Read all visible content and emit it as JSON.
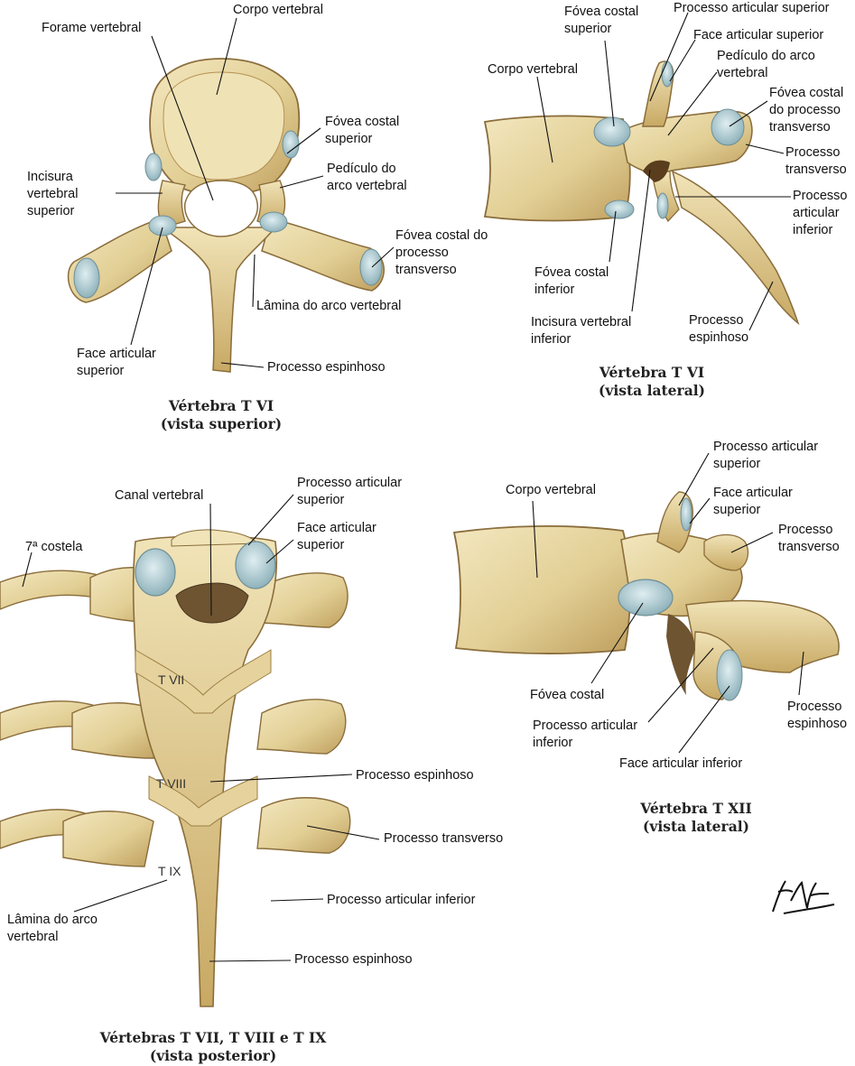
{
  "panels": {
    "superior": {
      "caption": "Vértebra T VI\n(vista superior)",
      "labels": {
        "corpo_vertebral": "Corpo vertebral",
        "forame_vertebral": "Forame vertebral",
        "fovea_costal_superior": "Fóvea costal\nsuperior",
        "pediculo": "Pedículo do\narco vertebral",
        "incisura_superior": "Incisura\nvertebral\nsuperior",
        "fovea_processo_transverso": "Fóvea costal do\nprocesso\ntransverso",
        "lamina": "Lâmina do arco vertebral",
        "face_articular_superior": "Face articular\nsuperior",
        "processo_espinhoso": "Processo espinhoso"
      }
    },
    "lateral_t6": {
      "caption": "Vértebra T VI\n(vista lateral)",
      "labels": {
        "fovea_costal_superior": "Fóvea costal\nsuperior",
        "processo_articular_superior": "Processo articular superior",
        "face_articular_superior": "Face articular superior",
        "corpo_vertebral": "Corpo vertebral",
        "pediculo": "Pedículo do arco\nvertebral",
        "fovea_processo_transverso": "Fóvea costal\ndo processo\ntransverso",
        "processo_transverso": "Processo\ntransverso",
        "processo_articular_inferior": "Processo\narticular\ninferior",
        "fovea_costal_inferior": "Fóvea costal\ninferior",
        "incisura_inferior": "Incisura vertebral\ninferior",
        "processo_espinhoso": "Processo\nespinhoso"
      }
    },
    "posterior": {
      "caption": "Vértebras T VII, T VIII e T IX\n(vista posterior)",
      "levels": [
        "T VII",
        "T VIII",
        "T IX"
      ],
      "labels": {
        "canal_vertebral": "Canal vertebral",
        "processo_articular_superior": "Processo articular\nsuperior",
        "face_articular_superior": "Face articular\nsuperior",
        "costela": "7ª costela",
        "processo_espinhoso_1": "Processo espinhoso",
        "processo_transverso": "Processo transverso",
        "processo_articular_inferior": "Processo articular inferior",
        "lamina": "Lâmina do arco\nvertebral",
        "processo_espinhoso_2": "Processo espinhoso"
      }
    },
    "lateral_t12": {
      "caption": "Vértebra T XII\n(vista lateral)",
      "labels": {
        "processo_articular_superior": "Processo articular\nsuperior",
        "face_articular_superior": "Face articular\nsuperior",
        "corpo_vertebral": "Corpo vertebral",
        "processo_transverso": "Processo\ntransverso",
        "fovea_costal": "Fóvea costal",
        "processo_articular_inferior": "Processo articular\ninferior",
        "processo_espinhoso": "Processo\nespinhoso",
        "face_articular_inferior": "Face articular inferior"
      }
    }
  },
  "colors": {
    "bone": "#e8d8a6",
    "bone_shade": "#c9ad6e",
    "bone_dark": "#9c7f45",
    "cartilage": "#b9d0d6",
    "leader": "#111111"
  }
}
